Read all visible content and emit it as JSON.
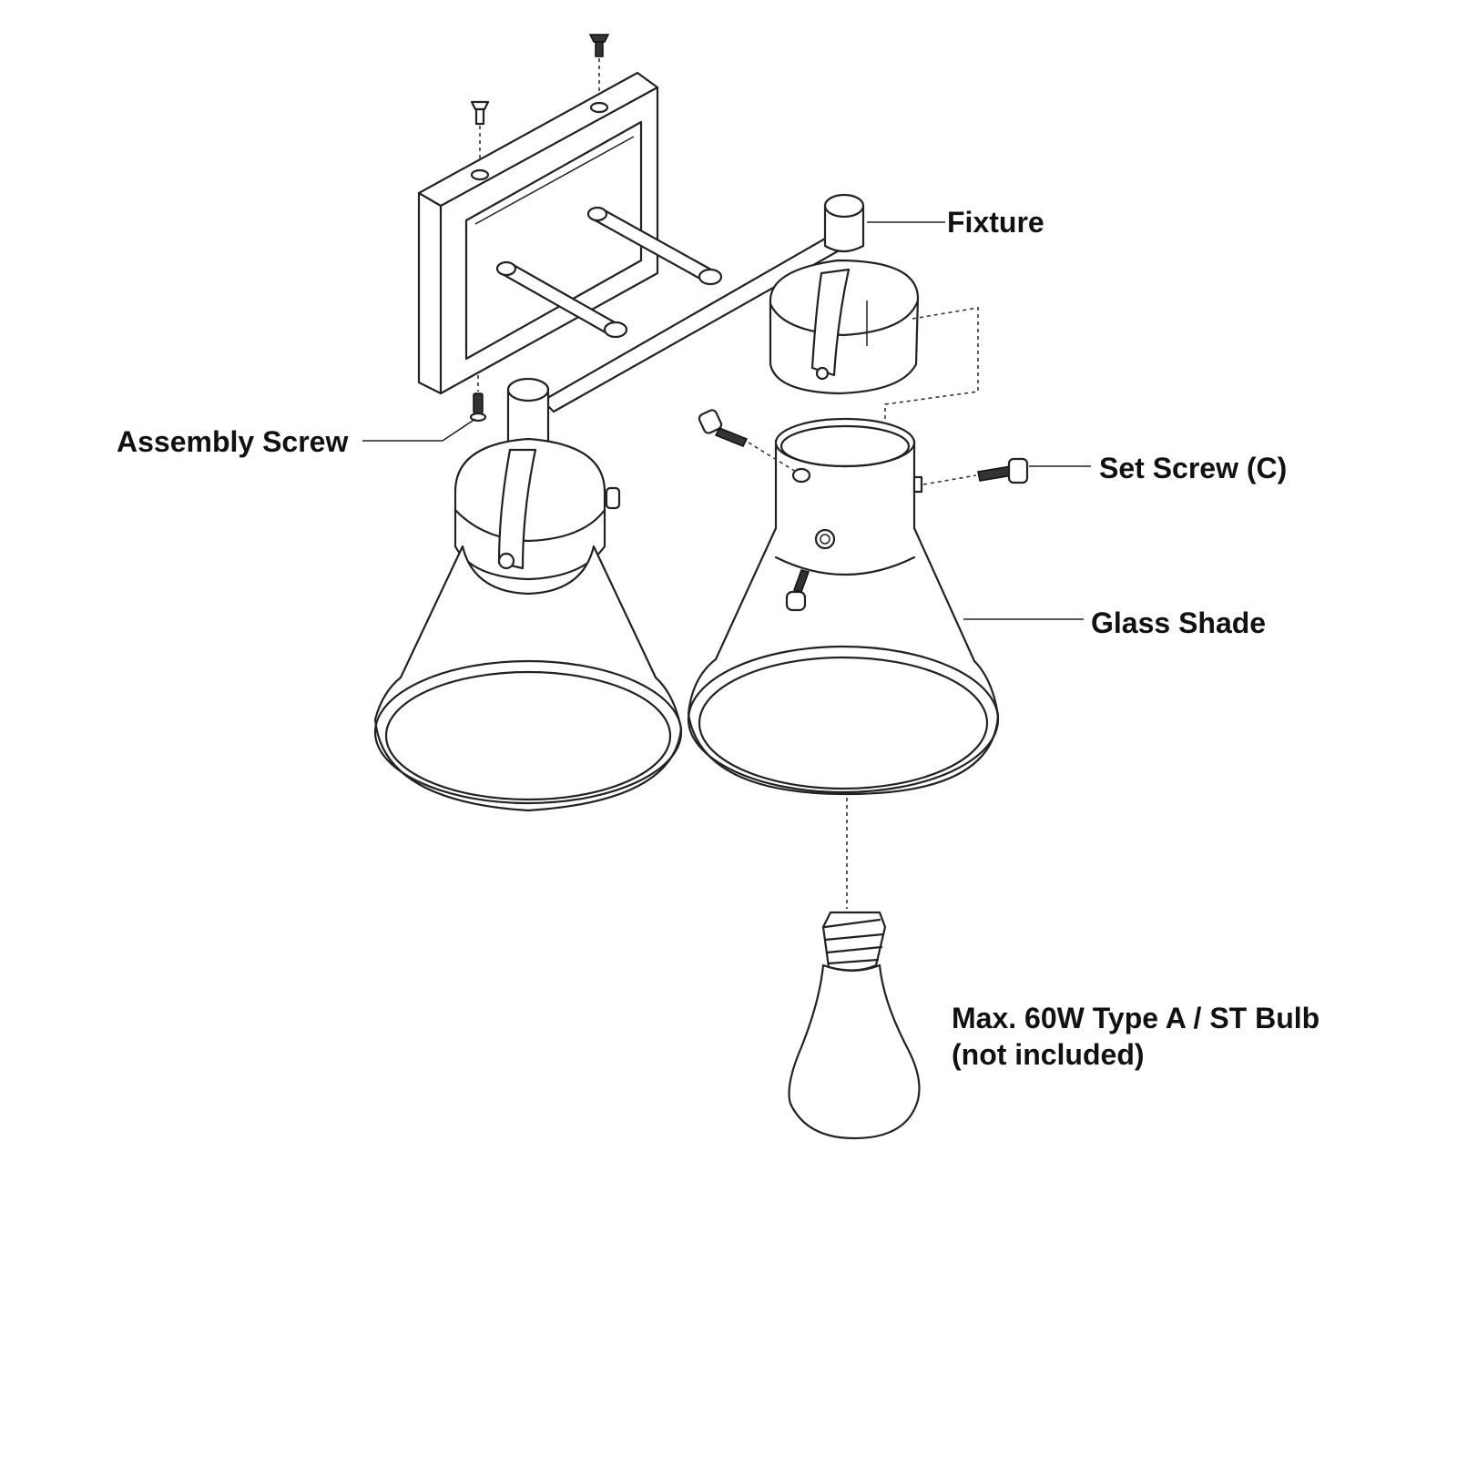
{
  "labels": {
    "fixture": "Fixture",
    "assembly_screw": "Assembly Screw",
    "set_screw": "Set Screw (C)",
    "glass_shade": "Glass Shade",
    "bulb_line1": "Max. 60W Type A / ST Bulb",
    "bulb_line2": "(not included)"
  },
  "colors": {
    "line": "#222222",
    "background": "#ffffff"
  }
}
